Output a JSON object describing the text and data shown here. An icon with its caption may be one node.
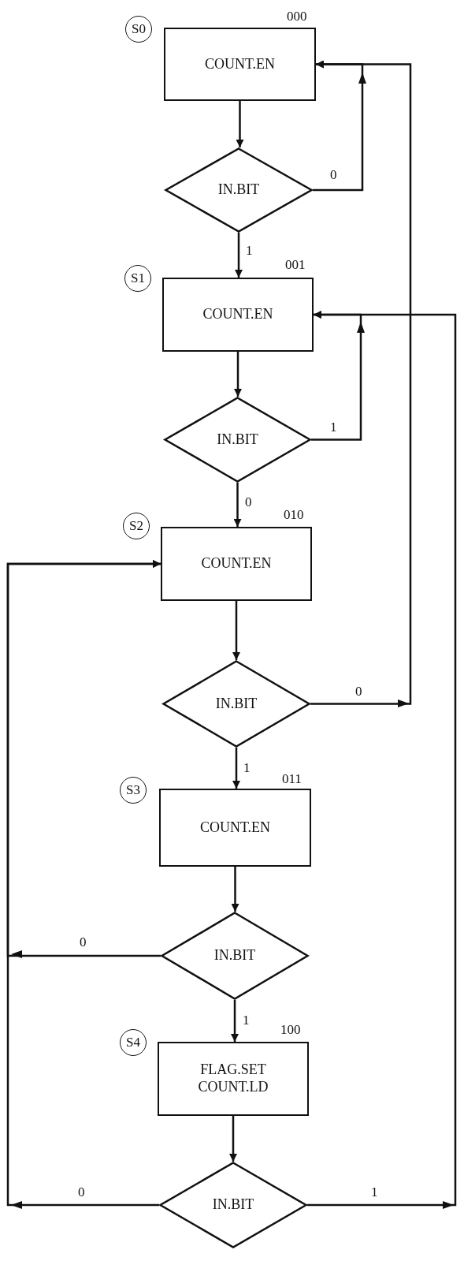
{
  "diagram": {
    "nodes": [
      {
        "text": [
          "COUNT.EN"
        ],
        "beside": [
          "S0",
          "000"
        ]
      },
      {
        "text": [
          "IN.BIT"
        ]
      },
      {
        "text": [
          "COUNT.EN"
        ],
        "beside": [
          "S1",
          "001"
        ]
      },
      {
        "text": [
          "IN.BIT"
        ]
      },
      {
        "text": [
          "COUNT.EN"
        ],
        "beside": [
          "S2",
          "010"
        ]
      },
      {
        "text": [
          "IN.BIT"
        ]
      },
      {
        "text": [
          "COUNT.EN"
        ],
        "beside": [
          "S3",
          "011"
        ]
      },
      {
        "text": [
          "IN.BIT"
        ]
      },
      {
        "text": [
          "FLAG.SET",
          "COUNT.LD"
        ],
        "beside": [
          "S4",
          "100"
        ]
      },
      {
        "text": [
          "IN.BIT"
        ]
      }
    ],
    "edges": [
      {
        "from": 0,
        "to": 1,
        "arrow": "to"
      },
      {
        "from": 1,
        "to": 0,
        "arrow": "to",
        "label": "0"
      },
      {
        "from": 1,
        "to": 2,
        "arrow": "to",
        "label": "1"
      },
      {
        "from": 2,
        "to": 3,
        "arrow": "to"
      },
      {
        "from": 3,
        "to": 2,
        "arrow": "to",
        "label": "1"
      },
      {
        "from": 3,
        "to": 4,
        "arrow": "to",
        "label": "0"
      },
      {
        "from": 4,
        "to": 5,
        "arrow": "to"
      },
      {
        "from": 5,
        "to": 0,
        "arrow": "to",
        "label": "0"
      },
      {
        "from": 5,
        "to": 6,
        "arrow": "to",
        "label": "1"
      },
      {
        "from": 6,
        "to": 7,
        "arrow": "to"
      },
      {
        "from": 7,
        "to": 4,
        "arrow": "to",
        "label": "0"
      },
      {
        "from": 7,
        "to": 8,
        "arrow": "to",
        "label": "1"
      },
      {
        "from": 8,
        "to": 9,
        "arrow": "to"
      },
      {
        "from": 9,
        "to": 4,
        "arrow": "to",
        "label": "0"
      },
      {
        "from": 9,
        "to": 2,
        "arrow": "to",
        "label": "1"
      }
    ]
  }
}
